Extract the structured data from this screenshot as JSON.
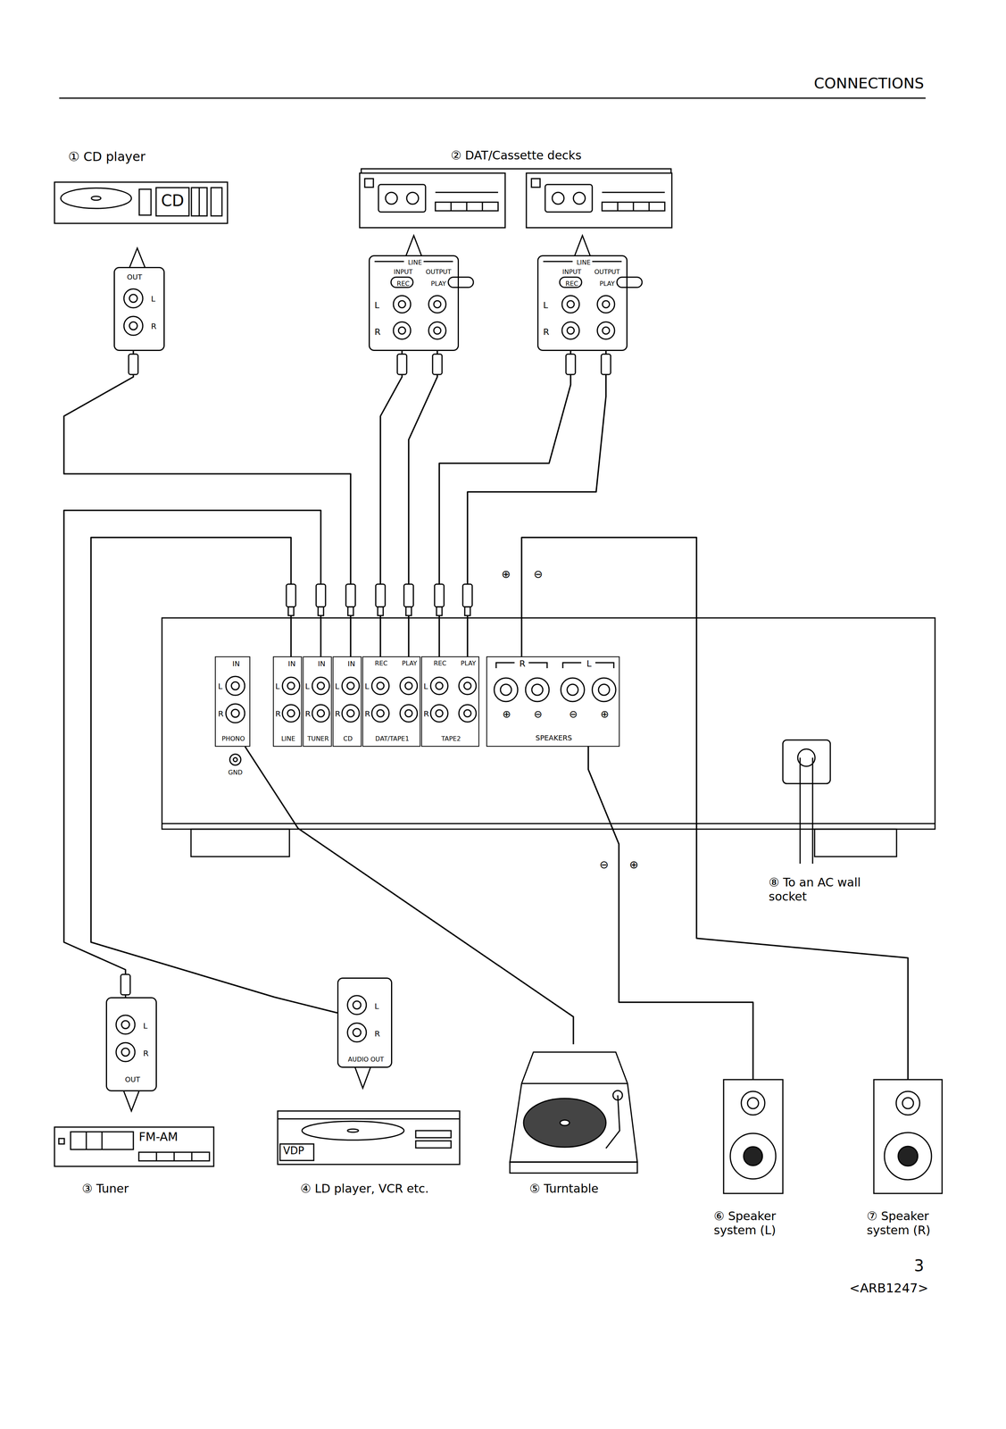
{
  "diagram": {
    "title": "CONNECTIONS",
    "nodes": [
      {
        "text": [
          "① CD player",
          "CD"
        ]
      },
      {
        "text": [
          "OUT",
          "L",
          "R"
        ]
      },
      {
        "text": [
          "LINE",
          "INPUT",
          "OUTPUT",
          "REC",
          "PLAY",
          "L",
          "R"
        ]
      },
      {
        "text": [
          "LINE",
          "INPUT",
          "OUTPUT",
          "REC",
          "PLAY",
          "L",
          "R"
        ]
      },
      {
        "text": [
          "IN",
          "L",
          "R",
          "PHONO"
        ]
      },
      {
        "text": [
          "IN",
          "L",
          "R",
          "LINE"
        ]
      },
      {
        "text": [
          "IN",
          "L",
          "R",
          "TUNER"
        ]
      },
      {
        "text": [
          "IN",
          "L",
          "R",
          "CD"
        ]
      },
      {
        "text": [
          "REC",
          "PLAY",
          "L",
          "R",
          "DAT/TAPE1"
        ]
      },
      {
        "text": [
          "REC",
          "PLAY",
          "L",
          "R",
          "TAPE2"
        ]
      },
      {
        "text": [
          "R",
          "L",
          "⊕",
          "⊖",
          "⊖",
          "⊕",
          "SPEAKERS"
        ]
      },
      {
        "text": [
          "L",
          "R",
          "OUT"
        ]
      },
      {
        "text": [
          "L",
          "R",
          "AUDIO OUT"
        ]
      },
      {
        "text": [
          "FM-AM",
          "③ Tuner"
        ]
      },
      {
        "text": [
          "VDP",
          "④ LD player, VCR etc."
        ]
      },
      {
        "text": [
          "⑤ Turntable"
        ]
      },
      {
        "text": [
          "⑥ Speaker system (L)"
        ]
      },
      {
        "text": [
          "⑦ Speaker system (R)"
        ]
      }
    ],
    "edges": [
      {
        "from": 1,
        "to": 7,
        "arrow": "none"
      },
      {
        "from": 2,
        "to": 8,
        "arrow": "none"
      },
      {
        "from": 2,
        "to": 8,
        "arrow": "none"
      },
      {
        "from": 3,
        "to": 9,
        "arrow": "none"
      },
      {
        "from": 3,
        "to": 9,
        "arrow": "none"
      },
      {
        "from": 11,
        "to": 6,
        "arrow": "none"
      },
      {
        "from": 12,
        "to": 5,
        "arrow": "none"
      },
      {
        "from": 15,
        "to": 4,
        "arrow": "none"
      },
      {
        "from": 10,
        "to": 17,
        "arrow": "none"
      },
      {
        "from": 10,
        "to": 16,
        "arrow": "none"
      }
    ],
    "labels": [
      "② DAT/Cassette decks",
      "GND",
      "⊕",
      "⊖",
      "⊖",
      "⊕",
      "⑧ To an AC wall socket",
      "3",
      "<ARB1247>"
    ]
  }
}
